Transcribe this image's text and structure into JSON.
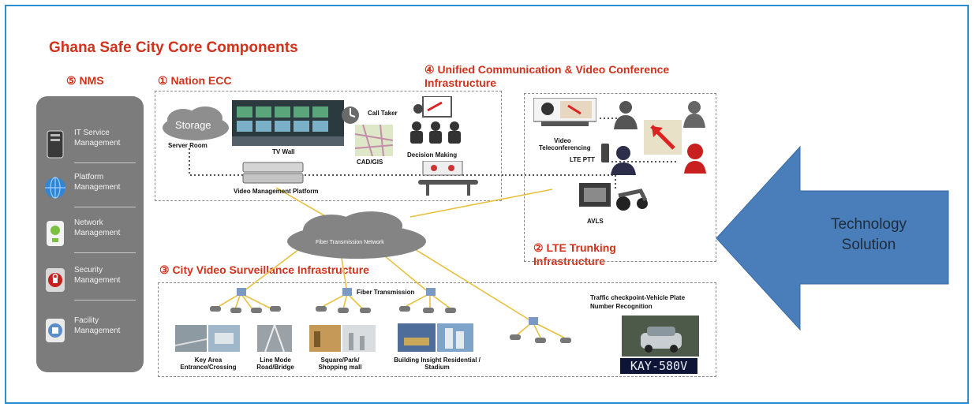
{
  "title": "Ghana Safe City Core Components",
  "sections": {
    "nms": "⑤ NMS",
    "ecc": "① Nation ECC",
    "ucvc": "④ Unified Communication & Video Conference Infrastructure",
    "lte": "② LTE Trunking Infrastructure",
    "cvs": "③ City Video Surveillance Infrastructure"
  },
  "nms_items": [
    {
      "label": "IT Service Management",
      "icon": "server-icon"
    },
    {
      "label": "Platform Management",
      "icon": "globe-icon"
    },
    {
      "label": "Network Management",
      "icon": "network-icon"
    },
    {
      "label": "Security Management",
      "icon": "lock-icon"
    },
    {
      "label": "Facility Management",
      "icon": "facility-icon"
    }
  ],
  "ecc": {
    "storage": "Storage",
    "server_room": "Server Room",
    "tv_wall": "TV Wall",
    "call_taker": "Call Taker",
    "cad_gis": "CAD/GIS",
    "decision_making": "Decision Making",
    "vmp": "Video Management Platform"
  },
  "lte": {
    "video_teleconf": "Video Teleconferencing",
    "lte_ptt": "LTE PTT",
    "avls": "AVLS"
  },
  "network": {
    "fiber_network": "Fiber Transmission Network",
    "fiber_transmission": "Fiber Transmission"
  },
  "cvs": {
    "traffic_title": "Traffic checkpoint-Vehicle Plate Number Recognition",
    "plate": "KAY-580V",
    "captions": [
      "Key Area Entrance/Crossing",
      "Line Mode Road/Bridge",
      "Square/Park/ Shopping mall",
      "Building Insight Residential / Stadium"
    ]
  },
  "technology": "Technology Solution",
  "colors": {
    "accent_red": "#d0321c",
    "frame_blue": "#2a8fd1",
    "arrow_blue": "#4a7ebb",
    "fiber_yellow": "#e8c040",
    "nms_gray": "#7c7c7c"
  }
}
